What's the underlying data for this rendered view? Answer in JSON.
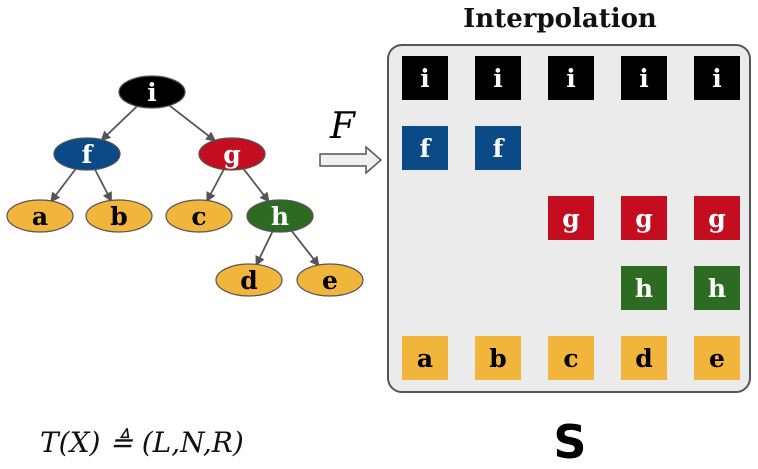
{
  "colors": {
    "root": "#000000",
    "f": "#0a4a86",
    "g": "#c40d1e",
    "h": "#2d6b22",
    "leaf": "#f1b53c",
    "panel": "#ebebeb",
    "edge": "#555555"
  },
  "tree": {
    "nodes": [
      {
        "id": "i",
        "label": "i",
        "kind": "root"
      },
      {
        "id": "f",
        "label": "f",
        "kind": "f"
      },
      {
        "id": "g",
        "label": "g",
        "kind": "g"
      },
      {
        "id": "a",
        "label": "a",
        "kind": "leaf"
      },
      {
        "id": "b",
        "label": "b",
        "kind": "leaf"
      },
      {
        "id": "c",
        "label": "c",
        "kind": "leaf"
      },
      {
        "id": "h",
        "label": "h",
        "kind": "h"
      },
      {
        "id": "d",
        "label": "d",
        "kind": "leaf"
      },
      {
        "id": "e",
        "label": "e",
        "kind": "leaf"
      }
    ],
    "edges": [
      [
        "i",
        "f"
      ],
      [
        "i",
        "g"
      ],
      [
        "f",
        "a"
      ],
      [
        "f",
        "b"
      ],
      [
        "g",
        "c"
      ],
      [
        "g",
        "h"
      ],
      [
        "h",
        "d"
      ],
      [
        "h",
        "e"
      ]
    ]
  },
  "arrow_label": "F",
  "panel": {
    "title": "Interpolation",
    "columns": 5,
    "rows": [
      {
        "kind": "root",
        "cells": [
          "i",
          "i",
          "i",
          "i",
          "i"
        ]
      },
      {
        "kind": "f",
        "cells": [
          "f",
          "f",
          "",
          "",
          ""
        ]
      },
      {
        "kind": "g",
        "cells": [
          "",
          "",
          "g",
          "g",
          "g"
        ]
      },
      {
        "kind": "h",
        "cells": [
          "",
          "",
          "",
          "h",
          "h"
        ]
      },
      {
        "kind": "leaf",
        "cells": [
          "a",
          "b",
          "c",
          "d",
          "e"
        ]
      }
    ]
  },
  "formula": "T(X) ≜ (L,N,R)",
  "big_label": "S"
}
